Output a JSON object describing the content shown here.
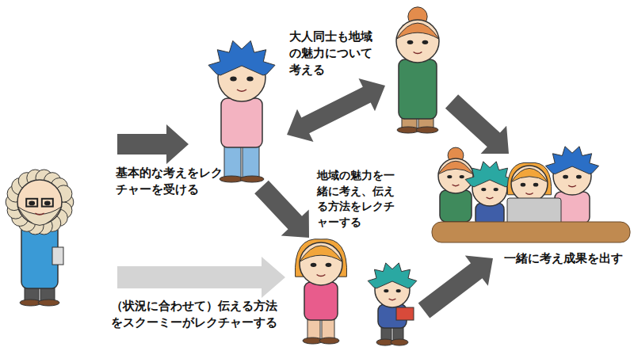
{
  "diagram": {
    "labels": [
      "大人同士も地域の魅力について考える",
      "基本的な考えをレクチャーを受ける",
      "地域の魅力を一緒に考え、伝える方法をレクチャーする",
      "（状況に合わせて）伝える方法をスクーミーがレクチャーする",
      "一緒に考え成果を出す"
    ]
  }
}
